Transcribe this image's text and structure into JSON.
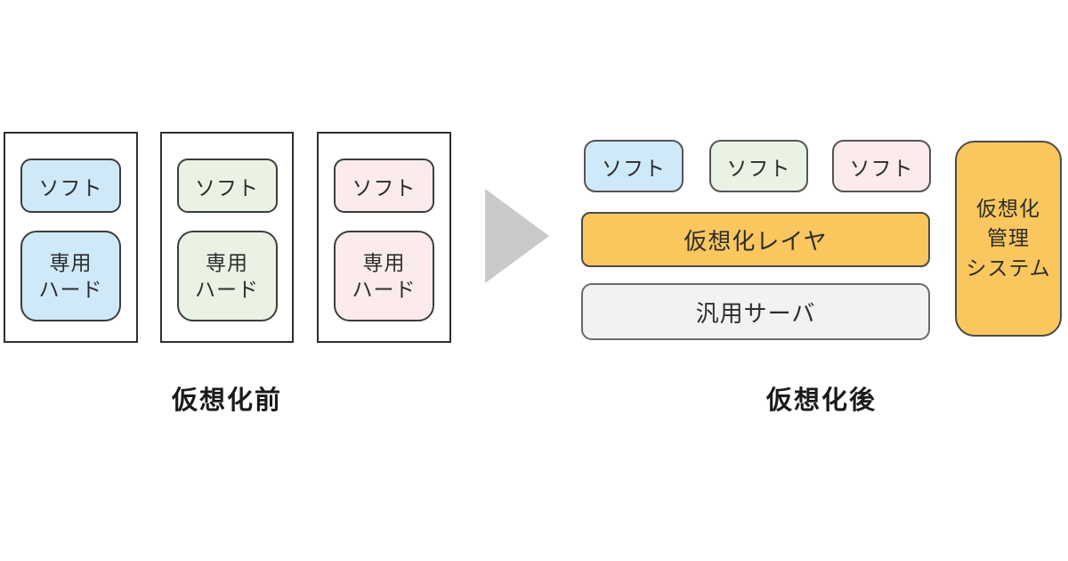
{
  "diagram": {
    "before": {
      "caption": "仮想化前",
      "servers": [
        {
          "soft_label": "ソフト",
          "hard_label": "専用\nハード",
          "color": "#cfe9f8"
        },
        {
          "soft_label": "ソフト",
          "hard_label": "専用\nハード",
          "color": "#e9f2e3"
        },
        {
          "soft_label": "ソフト",
          "hard_label": "専用\nハード",
          "color": "#fcebeb"
        }
      ]
    },
    "arrow": {
      "direction": "right",
      "color": "#c9c9c9"
    },
    "after": {
      "caption": "仮想化後",
      "soft_boxes": [
        {
          "label": "ソフト",
          "color": "#cfe9f8"
        },
        {
          "label": "ソフト",
          "color": "#e9f2e3"
        },
        {
          "label": "ソフト",
          "color": "#fcebeb"
        }
      ],
      "layer_label": "仮想化レイヤ",
      "server_label": "汎用サーバ",
      "management_label": "仮想化\n管理\nシステム",
      "accent_color": "#f9c75e",
      "server_color": "#f2f2f1"
    }
  }
}
